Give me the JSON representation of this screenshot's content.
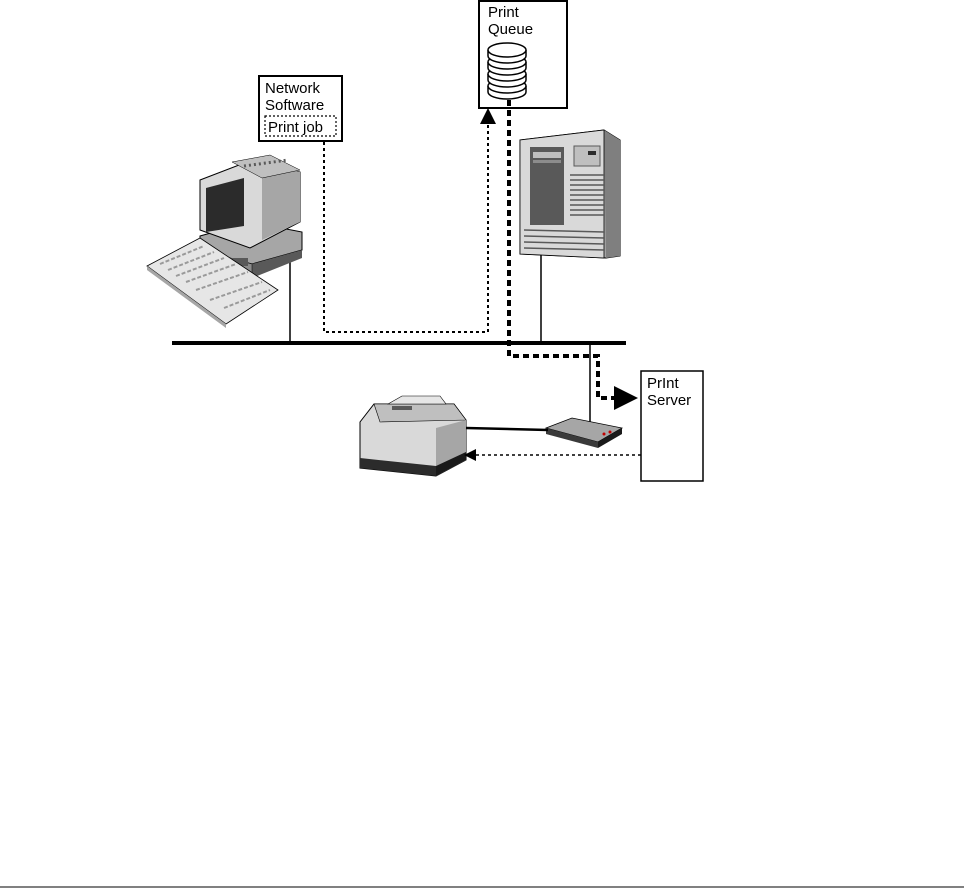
{
  "labels": {
    "network_software_line1": "Network",
    "network_software_line2": "Software",
    "print_job": "Print job",
    "print_queue_line1": "Print",
    "print_queue_line2": "Queue",
    "print_server_line1": "PrInt",
    "print_server_line2": "Server"
  },
  "colors": {
    "line": "#000000",
    "device_light": "#d9d9d9",
    "device_mid": "#a6a6a6",
    "device_dark": "#595959",
    "screen": "#2b2b2b"
  },
  "icons": [
    "workstation-icon",
    "keyboard-icon",
    "file-server-icon",
    "printer-icon",
    "network-hub-icon",
    "print-queue-database-icon"
  ]
}
